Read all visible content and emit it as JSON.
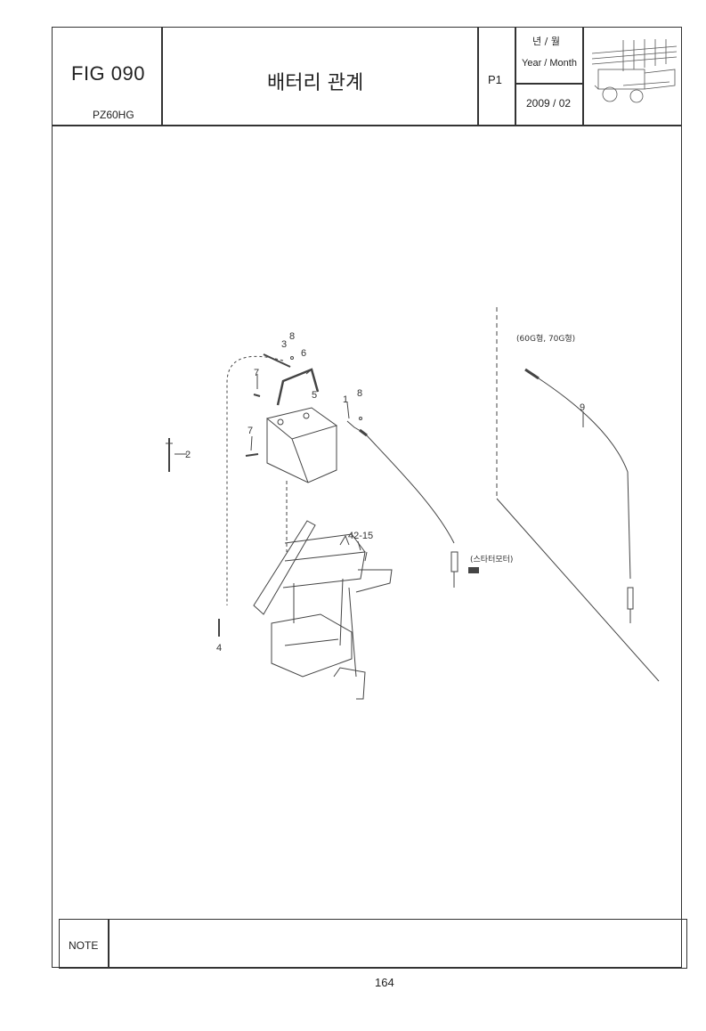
{
  "header": {
    "fig_no": "FIG 090",
    "model": "PZ60HG",
    "title": "배터리 관계",
    "page_code": "P1",
    "year_month_ko": "년 / 월",
    "year_month_en": "Year / Month",
    "year_month_value": "2009 / 02"
  },
  "diagram": {
    "callouts": {
      "c1": "1",
      "c2": "2",
      "c3": "3",
      "c4": "4",
      "c5": "5",
      "c6": "6",
      "c7a": "7",
      "c7b": "7",
      "c8a": "8",
      "c8b": "8",
      "c9": "9",
      "c42": "42-15"
    },
    "variant_note": "(60G형, 70G형)",
    "starter_note": "(스타터모터)"
  },
  "footer": {
    "note_label": "NOTE",
    "page_number": "164"
  }
}
